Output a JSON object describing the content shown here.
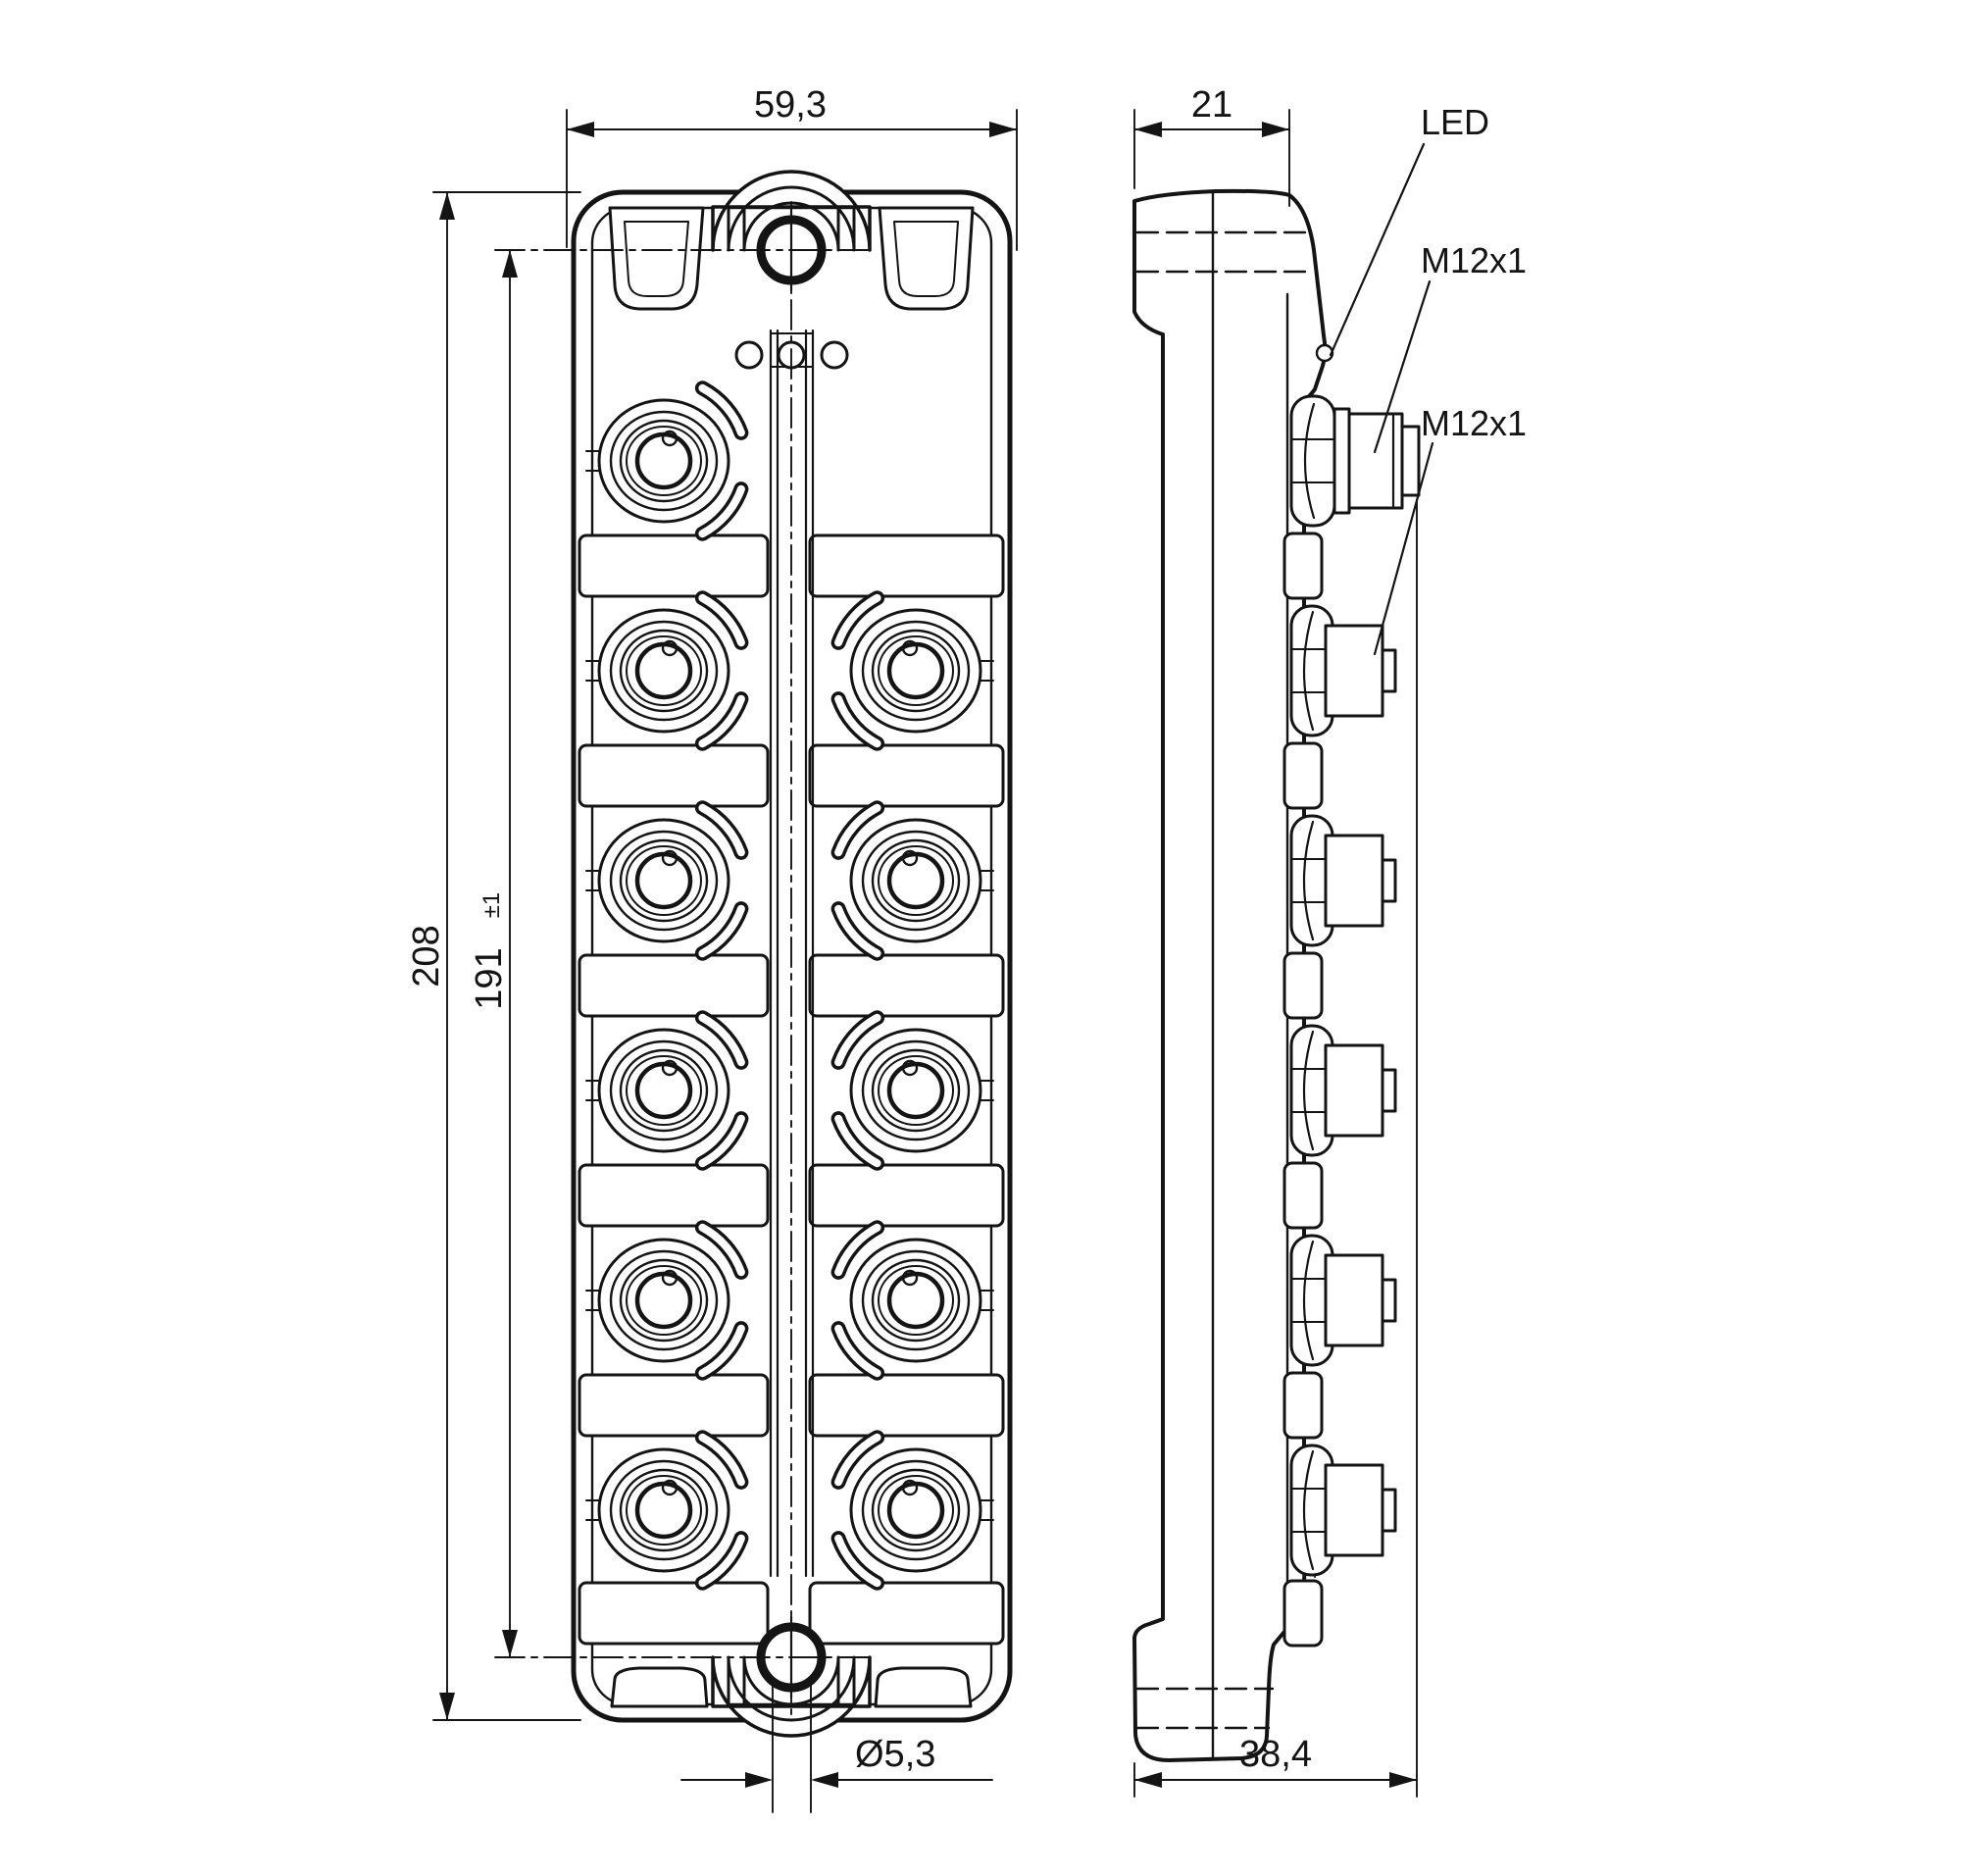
{
  "meta": {
    "drawing_type": "dimensional-technical-drawing",
    "units": "mm"
  },
  "colors": {
    "line": "#141414",
    "background": "#ffffff"
  },
  "dims": {
    "width_top": "59,3",
    "depth_top": "21",
    "height_overall": "208",
    "hole_spacing": "191",
    "hole_spacing_tol": "±1",
    "hole_diameter": "Ø5,3",
    "depth_overall": "38,4"
  },
  "labels": {
    "led": "LED",
    "m12_top": "M12x1",
    "m12_side": "M12x1"
  }
}
